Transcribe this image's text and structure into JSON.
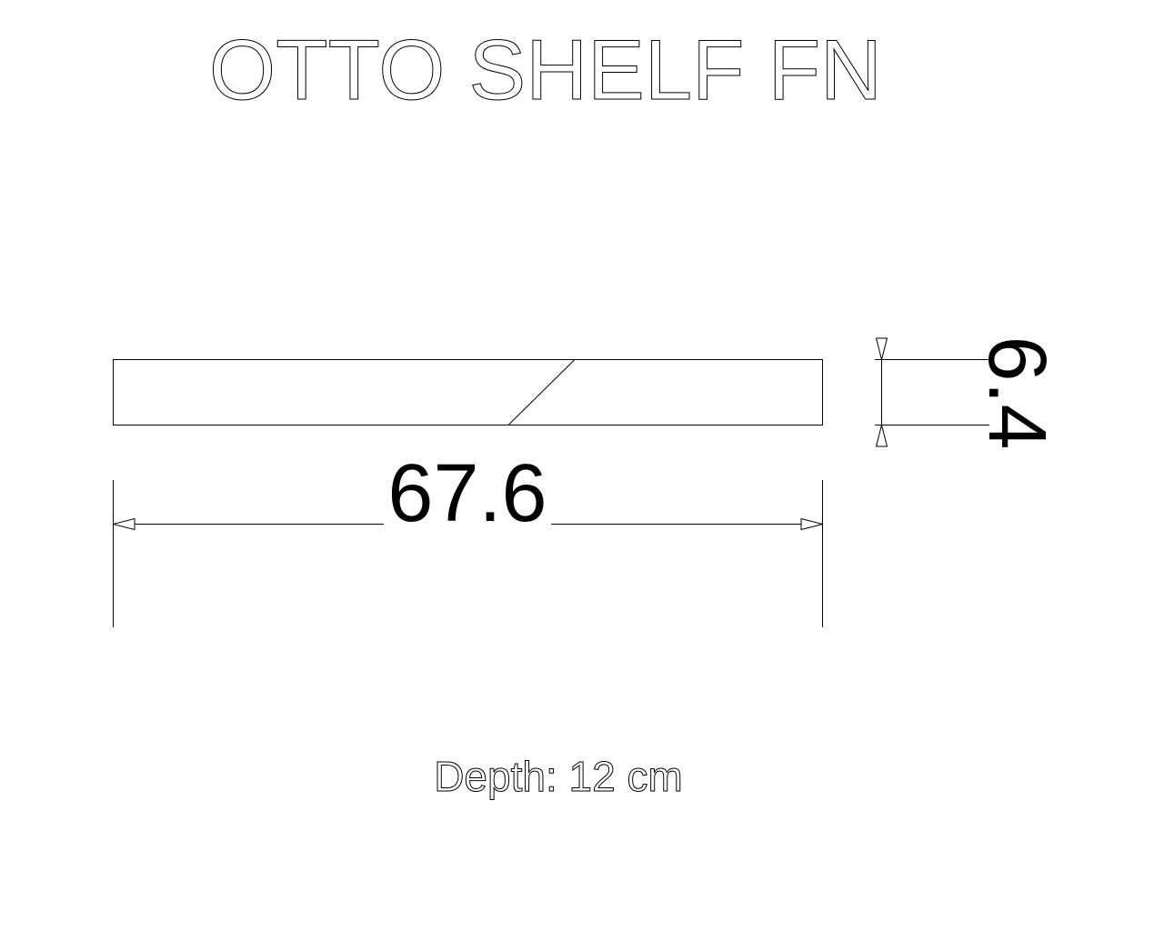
{
  "title": "OTTO SHELF FN",
  "dimensions": {
    "width_label": "67.6",
    "height_label": "6.4"
  },
  "depth_note": "Depth: 12 cm",
  "colors": {
    "line": "#000000",
    "background": "#ffffff"
  }
}
